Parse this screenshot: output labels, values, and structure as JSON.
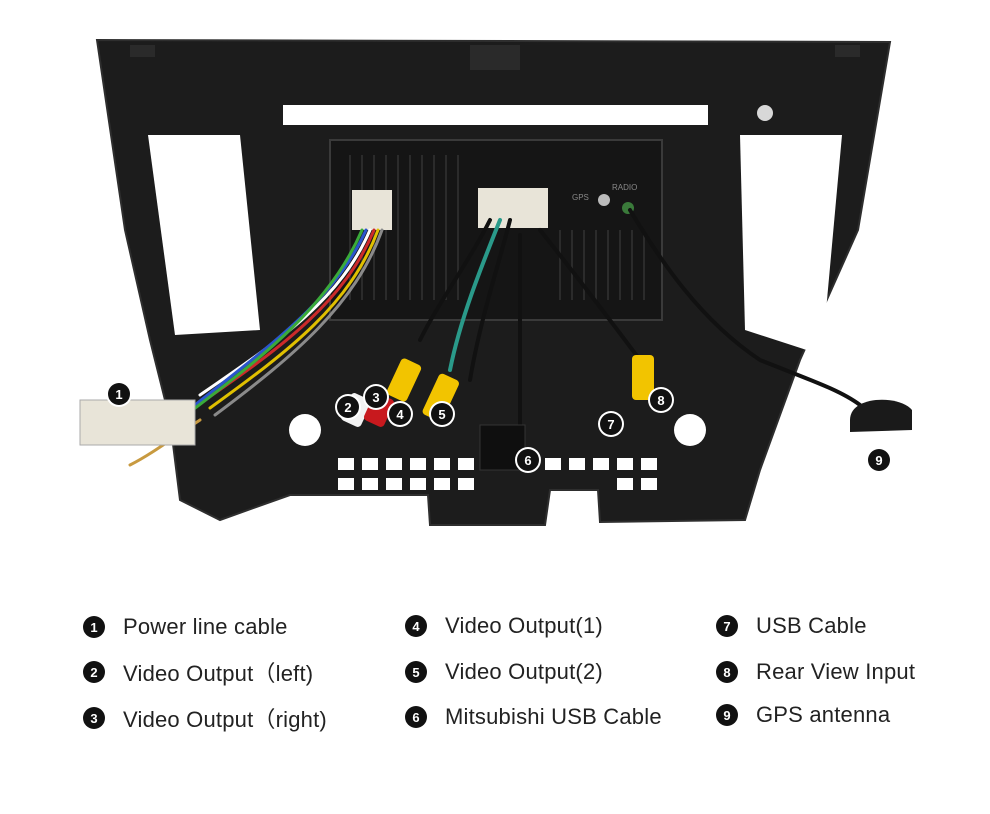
{
  "photo": {
    "connector_labels": {
      "gps": "GPS",
      "radio": "RADIO"
    }
  },
  "markers": [
    {
      "num": "1"
    },
    {
      "num": "2"
    },
    {
      "num": "3"
    },
    {
      "num": "4"
    },
    {
      "num": "5"
    },
    {
      "num": "6"
    },
    {
      "num": "7"
    },
    {
      "num": "8"
    },
    {
      "num": "9"
    }
  ],
  "legend": [
    {
      "num": "1",
      "label": "Power line cable"
    },
    {
      "num": "2",
      "label": "Video Output（left)"
    },
    {
      "num": "3",
      "label": "Video Output（right)"
    },
    {
      "num": "4",
      "label": "Video Output(1)"
    },
    {
      "num": "5",
      "label": "Video Output(2)"
    },
    {
      "num": "6",
      "label": "Mitsubishi USB Cable"
    },
    {
      "num": "7",
      "label": "USB Cable"
    },
    {
      "num": "8",
      "label": "Rear View Input"
    },
    {
      "num": "9",
      "label": "GPS antenna"
    }
  ],
  "colors": {
    "frame": "#1c1c1c",
    "frame_edge": "#2e2e2e",
    "rca_yellow": "#f2c400",
    "rca_red": "#c8191e",
    "rca_white": "#f2f2f2",
    "connector_white": "#e8e4d8"
  }
}
